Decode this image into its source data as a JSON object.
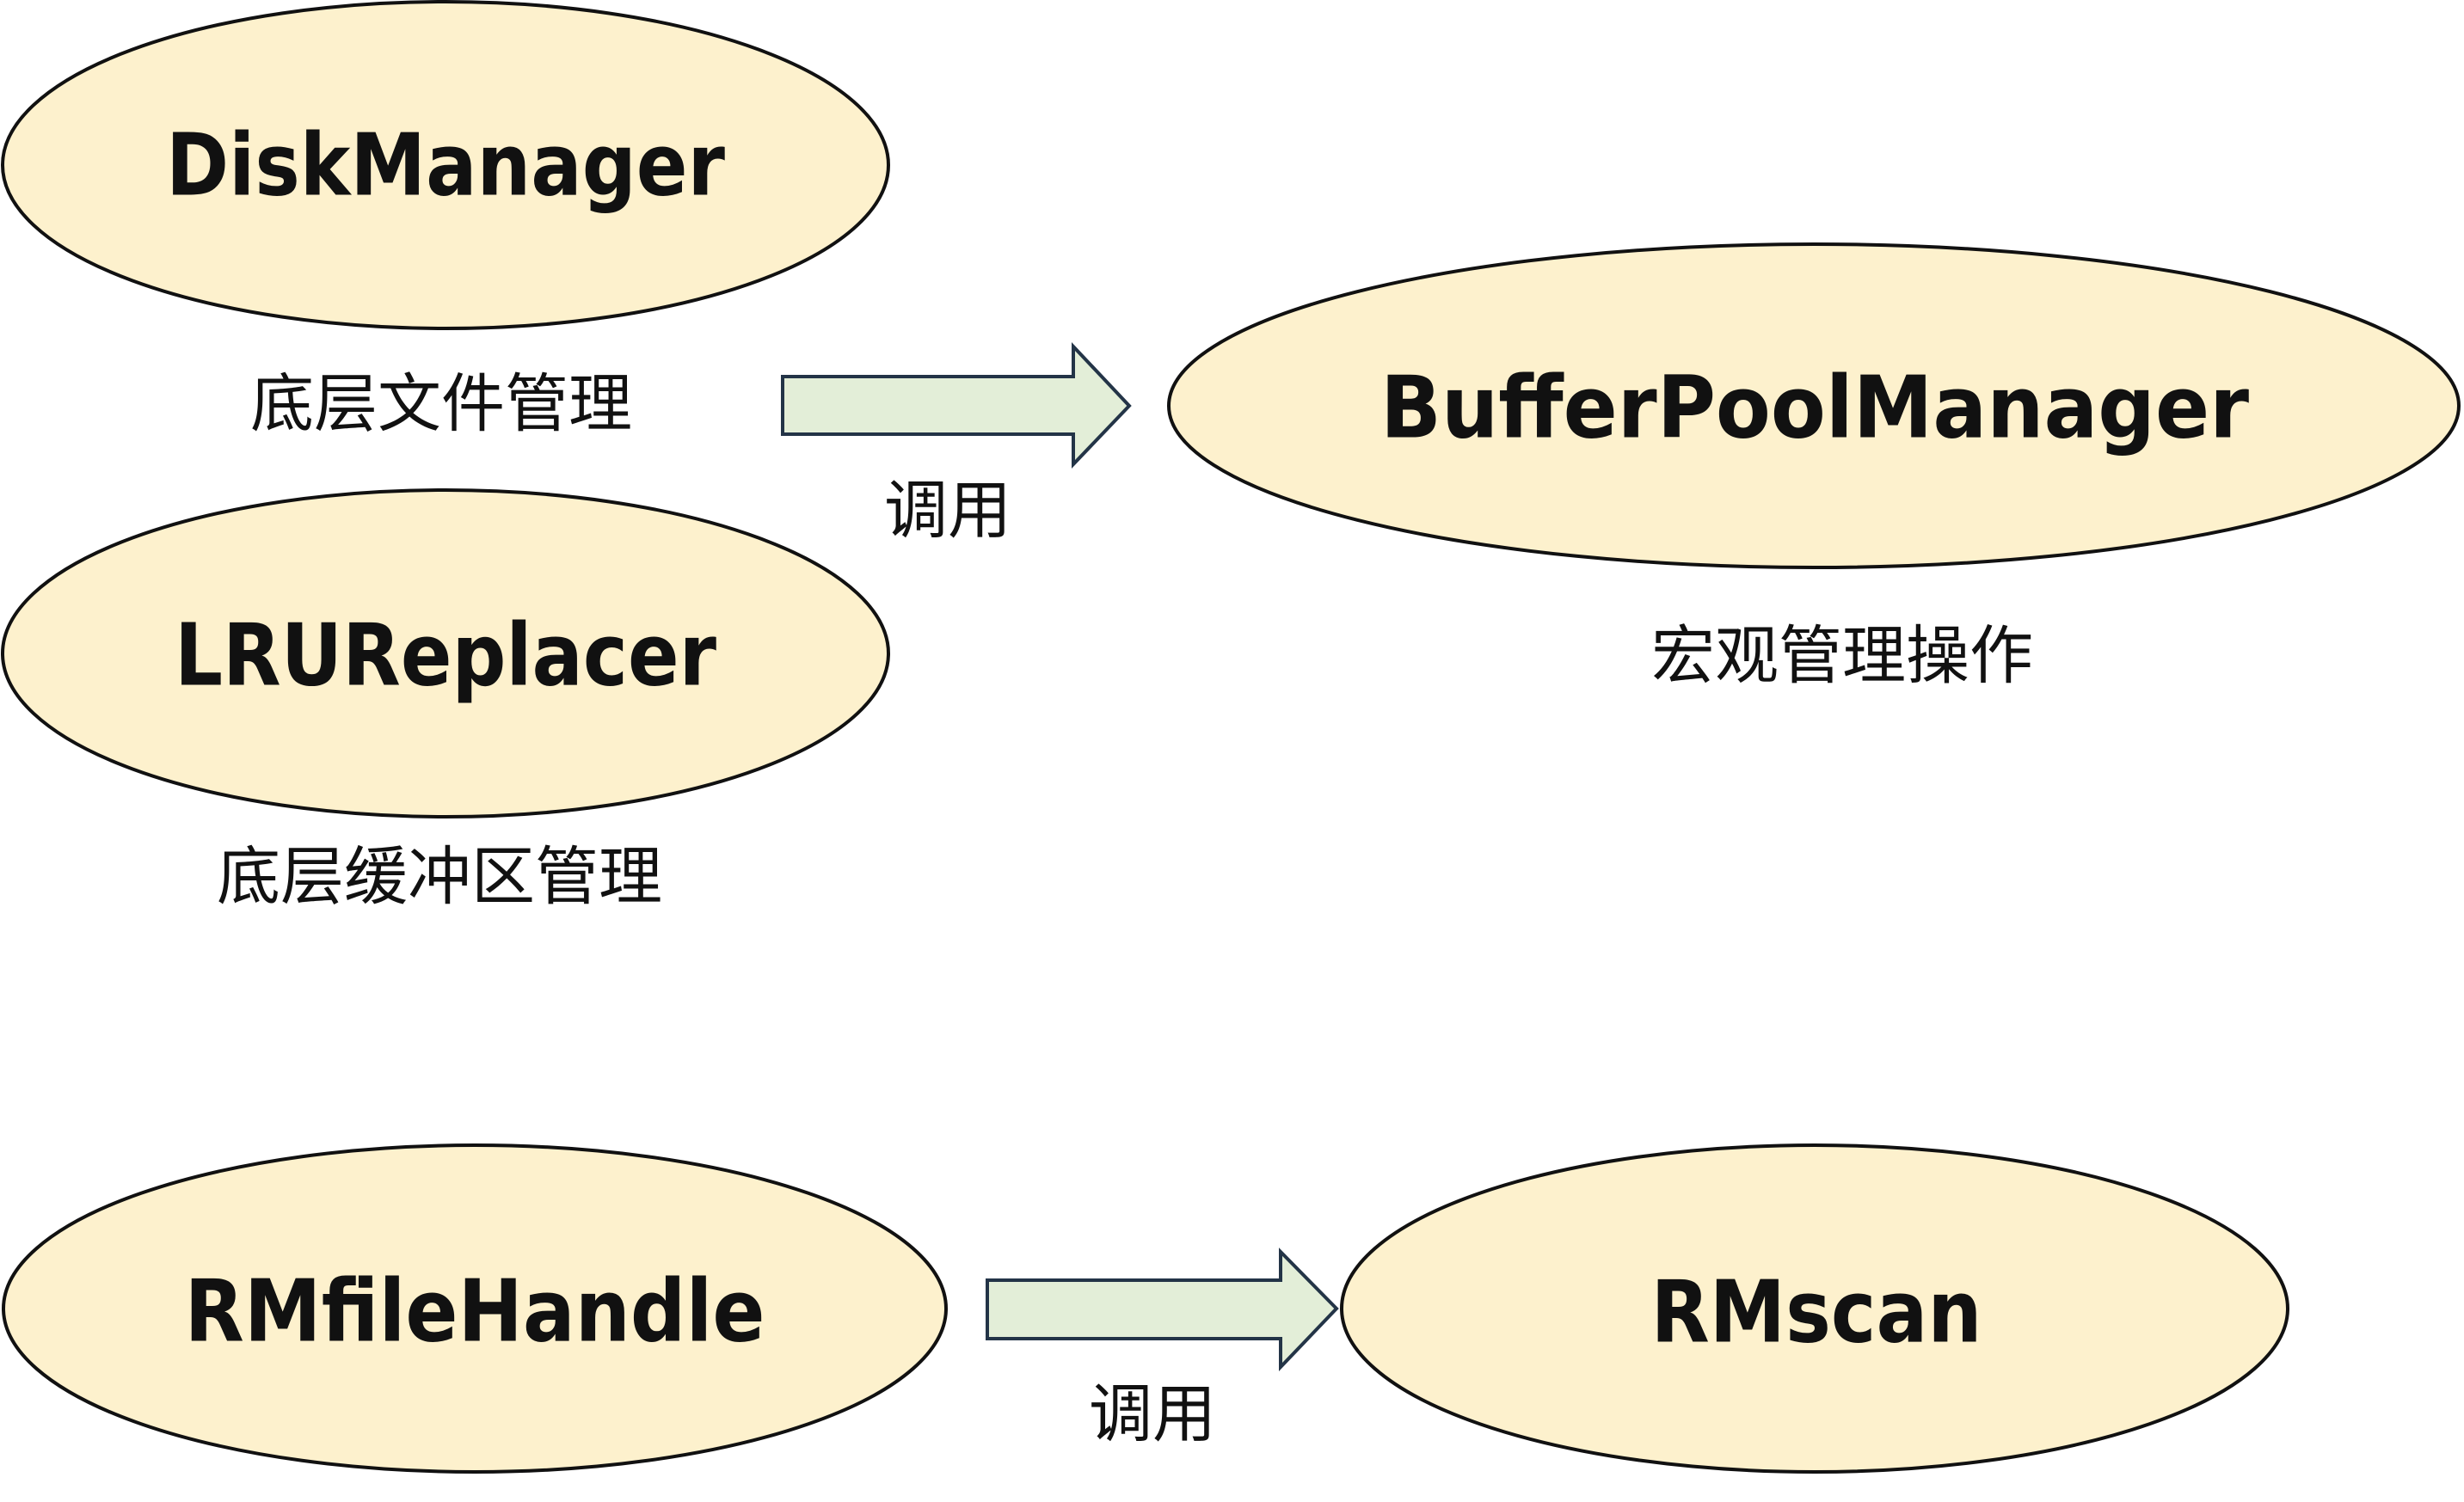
{
  "nodes": {
    "disk_manager": "DiskManager",
    "lru_replacer": "LRUReplacer",
    "buffer_pool_manager": "BufferPoolManager",
    "rm_file_handle": "RMfileHandle",
    "rm_scan": "RMscan"
  },
  "captions": {
    "disk_manager": "底层文件管理",
    "lru_replacer": "底层缓冲区管理",
    "buffer_pool_manager": "宏观管理操作"
  },
  "arrows": {
    "top_label": "调用",
    "bottom_label": "调用"
  },
  "colors": {
    "node_fill": "#fdf1cd",
    "node_stroke": "#111111",
    "arrow_fill": "#e3eed8",
    "arrow_stroke": "#233447"
  }
}
